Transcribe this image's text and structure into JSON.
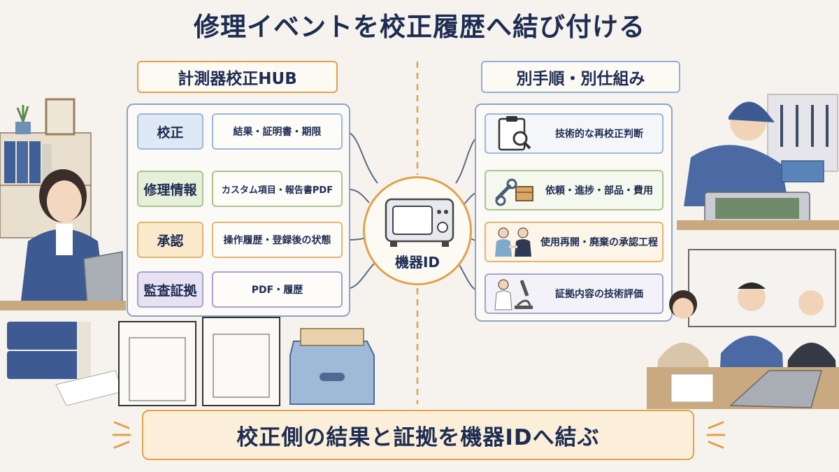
{
  "title": "修理イベントを校正履歴へ結び付ける",
  "left_section": {
    "label": "計測器校正HUB",
    "rows": [
      {
        "tag": "校正",
        "desc": "結果・証明書・期限"
      },
      {
        "tag": "修理情報",
        "desc": "カスタム項目・報告書PDF"
      },
      {
        "tag": "承認",
        "desc": "操作履歴・登録後の状態"
      },
      {
        "tag": "監査証拠",
        "desc": "PDF・履歴"
      }
    ]
  },
  "hub": {
    "label": "機器ID"
  },
  "right_section": {
    "label": "別手順・別仕組み",
    "rows": [
      {
        "icon": "clipboard-search-icon",
        "text": "技術的な再校正判断"
      },
      {
        "icon": "wrench-box-icon",
        "text": "依頼・進捗・部品・費用"
      },
      {
        "icon": "handshake-icon",
        "text": "使用再開・廃棄の承認工程"
      },
      {
        "icon": "scientist-microscope-icon",
        "text": "証拠内容の技術評価"
      }
    ]
  },
  "footer": {
    "text": "校正側の結果と証拠を機器IDへ結ぶ"
  },
  "colors": {
    "accent_orange": "#e3a14a",
    "navy": "#1d2c52",
    "panel_border": "#8fa3c6"
  }
}
